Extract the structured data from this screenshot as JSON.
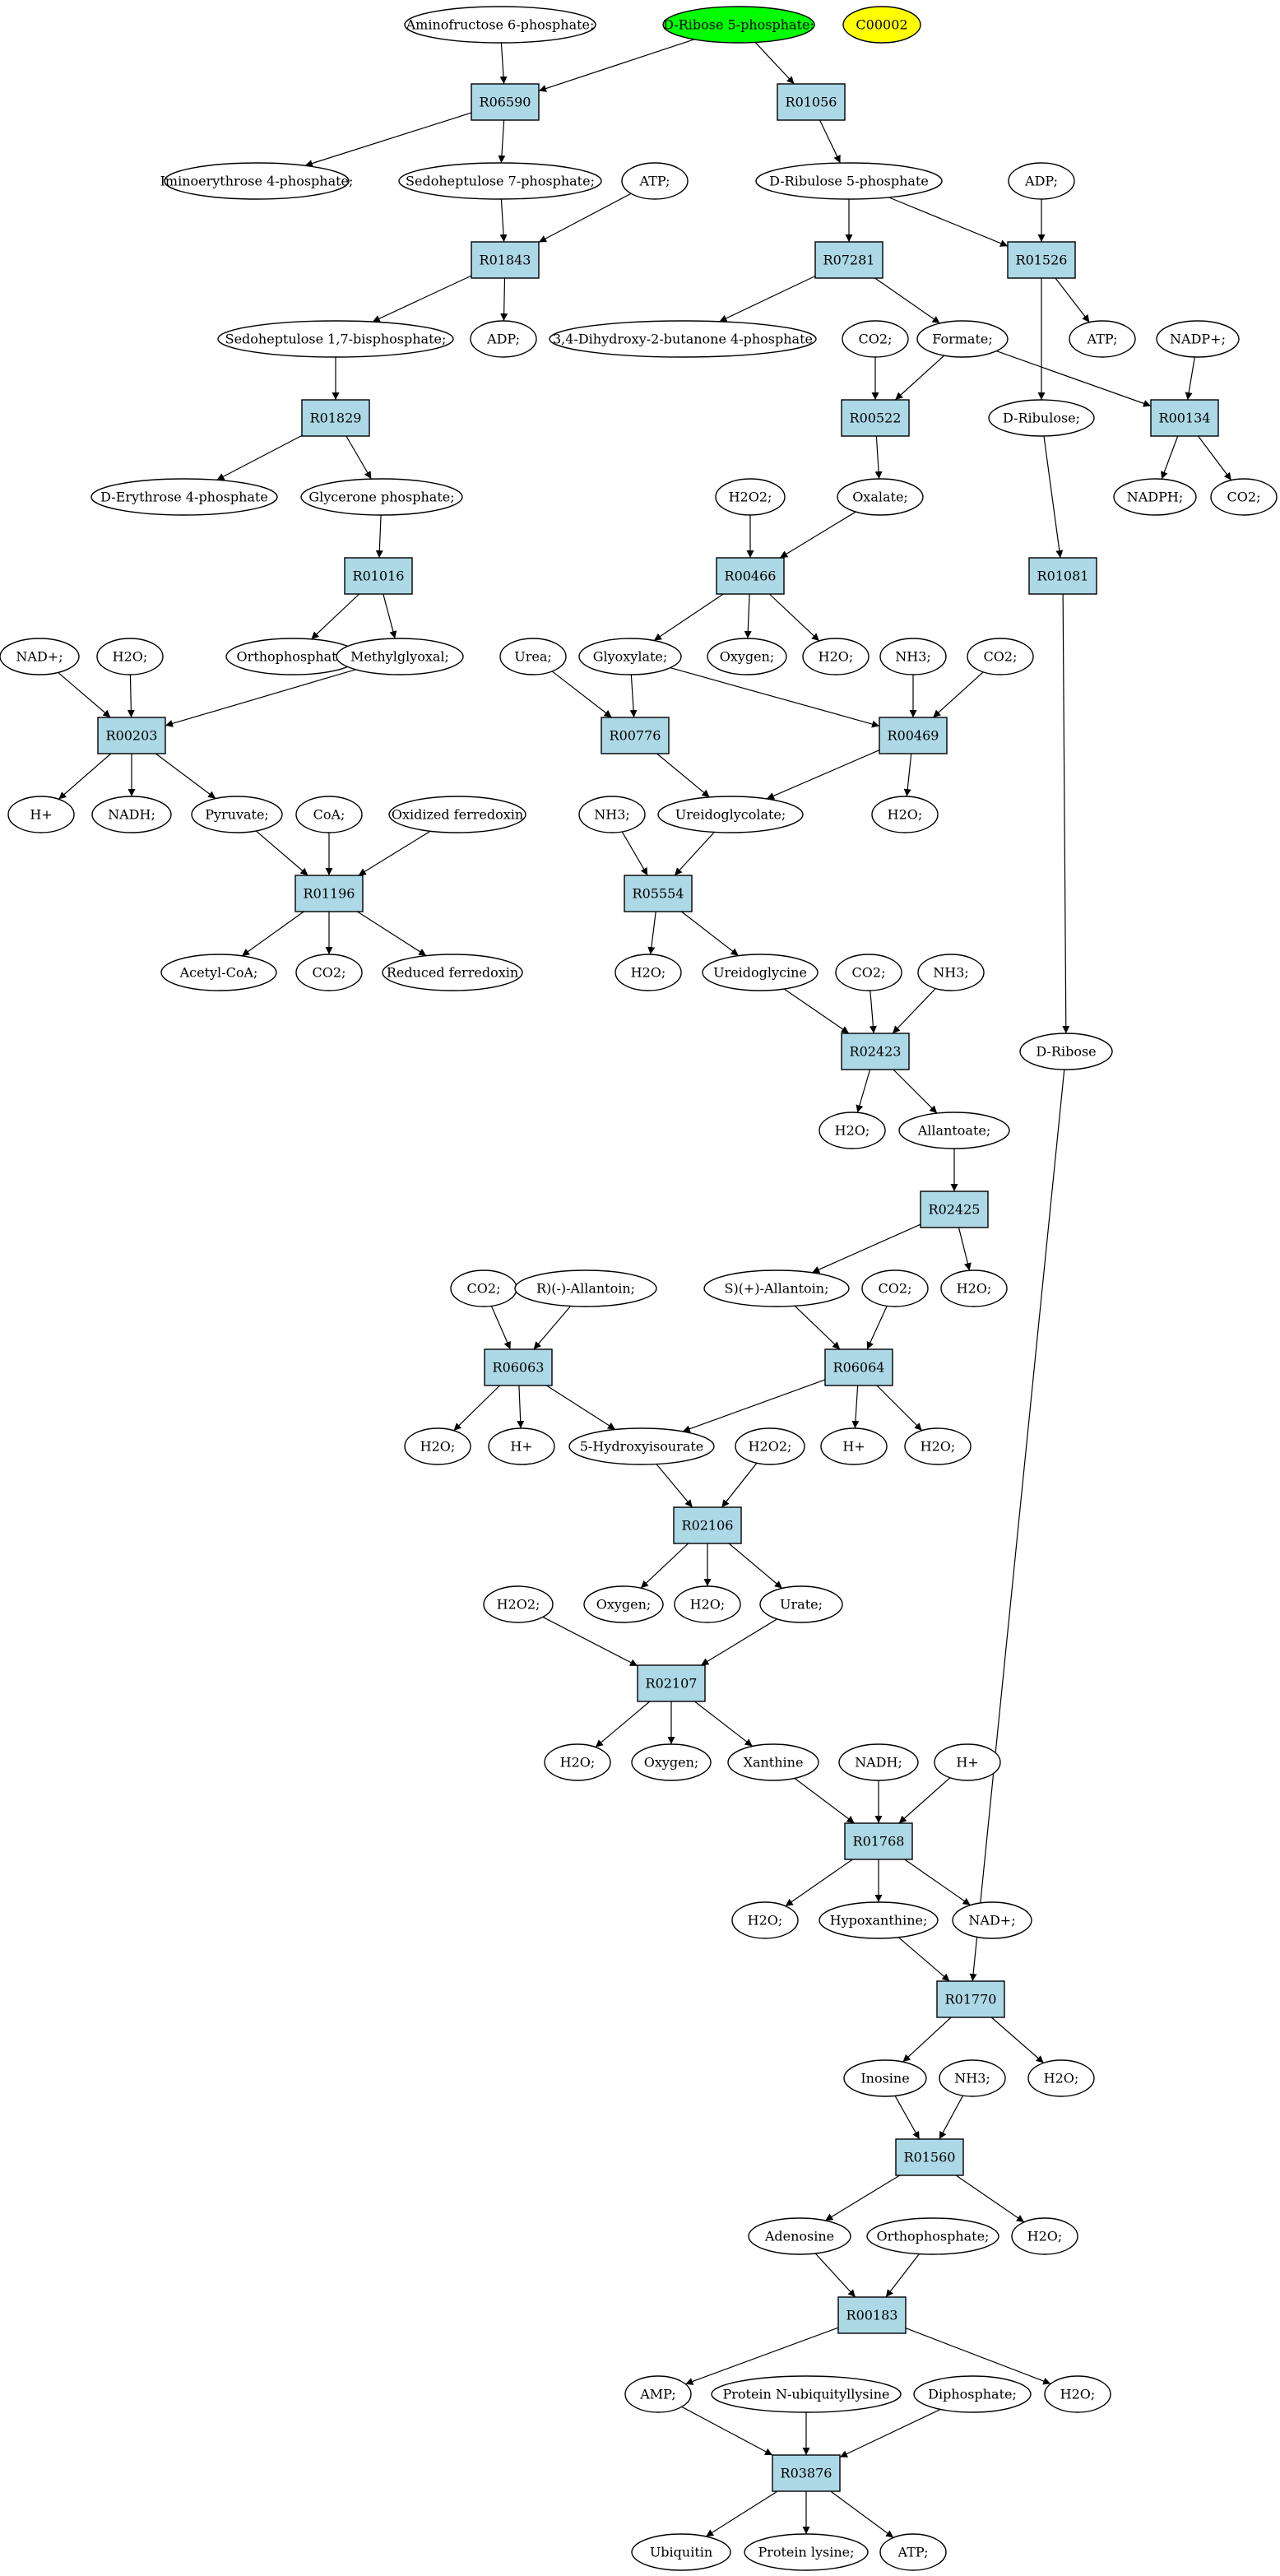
{
  "colors": {
    "reaction_fill": "#add8e6",
    "start_fill": "#00ff00",
    "highlight_fill": "#ffff00",
    "line": "#000000"
  },
  "nodes": [
    {
      "id": "aminofructose_6p",
      "label": "Aminofructose 6-phosphate;",
      "shape": "ellipse"
    },
    {
      "id": "d_ribose_5p",
      "label": "D-Ribose 5-phosphate;",
      "shape": "ellipse",
      "fill": "green"
    },
    {
      "id": "c00002",
      "label": "C00002",
      "shape": "ellipse",
      "fill": "yellow"
    },
    {
      "id": "R06590",
      "label": "R06590",
      "shape": "box"
    },
    {
      "id": "R01056",
      "label": "R01056",
      "shape": "box"
    },
    {
      "id": "iminoerythrose_4p",
      "label": "Iminoerythrose 4-phosphate;",
      "shape": "ellipse"
    },
    {
      "id": "sedoheptulose_7p",
      "label": "Sedoheptulose 7-phosphate;",
      "shape": "ellipse"
    },
    {
      "id": "atp_1",
      "label": "ATP;",
      "shape": "ellipse"
    },
    {
      "id": "d_ribulose_5p",
      "label": "D-Ribulose 5-phosphate",
      "shape": "ellipse"
    },
    {
      "id": "adp_1",
      "label": "ADP;",
      "shape": "ellipse"
    },
    {
      "id": "R01843",
      "label": "R01843",
      "shape": "box"
    },
    {
      "id": "R07281",
      "label": "R07281",
      "shape": "box"
    },
    {
      "id": "R01526",
      "label": "R01526",
      "shape": "box"
    },
    {
      "id": "sedoheptulose_17bp",
      "label": "Sedoheptulose 1,7-bisphosphate;",
      "shape": "ellipse"
    },
    {
      "id": "adp_2",
      "label": "ADP;",
      "shape": "ellipse"
    },
    {
      "id": "dihydroxy_butanone",
      "label": "3,4-Dihydroxy-2-butanone 4-phosphate",
      "shape": "ellipse"
    },
    {
      "id": "co2_1",
      "label": "CO2;",
      "shape": "ellipse"
    },
    {
      "id": "formate",
      "label": "Formate;",
      "shape": "ellipse"
    },
    {
      "id": "atp_2",
      "label": "ATP;",
      "shape": "ellipse"
    },
    {
      "id": "nadp",
      "label": "NADP+;",
      "shape": "ellipse"
    },
    {
      "id": "R01829",
      "label": "R01829",
      "shape": "box"
    },
    {
      "id": "R00522",
      "label": "R00522",
      "shape": "box"
    },
    {
      "id": "d_ribulose",
      "label": "D-Ribulose;",
      "shape": "ellipse"
    },
    {
      "id": "R00134",
      "label": "R00134",
      "shape": "box"
    },
    {
      "id": "d_erythrose_4p",
      "label": "D-Erythrose 4-phosphate",
      "shape": "ellipse"
    },
    {
      "id": "glycerone_p",
      "label": "Glycerone phosphate;",
      "shape": "ellipse"
    },
    {
      "id": "h2o2_1",
      "label": "H2O2;",
      "shape": "ellipse"
    },
    {
      "id": "oxalate",
      "label": "Oxalate;",
      "shape": "ellipse"
    },
    {
      "id": "nadph",
      "label": "NADPH;",
      "shape": "ellipse"
    },
    {
      "id": "co2_2",
      "label": "CO2;",
      "shape": "ellipse"
    },
    {
      "id": "R01016",
      "label": "R01016",
      "shape": "box"
    },
    {
      "id": "R00466",
      "label": "R00466",
      "shape": "box"
    },
    {
      "id": "R01081",
      "label": "R01081",
      "shape": "box"
    },
    {
      "id": "nad_1",
      "label": "NAD+;",
      "shape": "ellipse"
    },
    {
      "id": "h2o_1",
      "label": "H2O;",
      "shape": "ellipse"
    },
    {
      "id": "orthophosphate_1",
      "label": "Orthophosphate;",
      "shape": "ellipse"
    },
    {
      "id": "methylglyoxal",
      "label": "Methylglyoxal;",
      "shape": "ellipse"
    },
    {
      "id": "urea",
      "label": "Urea;",
      "shape": "ellipse"
    },
    {
      "id": "glyoxylate",
      "label": "Glyoxylate;",
      "shape": "ellipse"
    },
    {
      "id": "oxygen_1",
      "label": "Oxygen;",
      "shape": "ellipse"
    },
    {
      "id": "h2o_2",
      "label": "H2O;",
      "shape": "ellipse"
    },
    {
      "id": "nh3_1",
      "label": "NH3;",
      "shape": "ellipse"
    },
    {
      "id": "co2_3",
      "label": "CO2;",
      "shape": "ellipse"
    },
    {
      "id": "R00203",
      "label": "R00203",
      "shape": "box"
    },
    {
      "id": "R00776",
      "label": "R00776",
      "shape": "box"
    },
    {
      "id": "R00469",
      "label": "R00469",
      "shape": "box"
    },
    {
      "id": "hplus_1",
      "label": "H+",
      "shape": "ellipse"
    },
    {
      "id": "nadh_1",
      "label": "NADH;",
      "shape": "ellipse"
    },
    {
      "id": "pyruvate",
      "label": "Pyruvate;",
      "shape": "ellipse"
    },
    {
      "id": "coa",
      "label": "CoA;",
      "shape": "ellipse"
    },
    {
      "id": "oxidized_ferredoxin",
      "label": "Oxidized ferredoxin",
      "shape": "ellipse"
    },
    {
      "id": "nh3_2",
      "label": "NH3;",
      "shape": "ellipse"
    },
    {
      "id": "ureidoglycolate",
      "label": "Ureidoglycolate;",
      "shape": "ellipse"
    },
    {
      "id": "h2o_3",
      "label": "H2O;",
      "shape": "ellipse"
    },
    {
      "id": "R01196",
      "label": "R01196",
      "shape": "box"
    },
    {
      "id": "R05554",
      "label": "R05554",
      "shape": "box"
    },
    {
      "id": "acetyl_coa",
      "label": "Acetyl-CoA;",
      "shape": "ellipse"
    },
    {
      "id": "co2_4",
      "label": "CO2;",
      "shape": "ellipse"
    },
    {
      "id": "reduced_ferredoxin",
      "label": "Reduced ferredoxin",
      "shape": "ellipse"
    },
    {
      "id": "h2o_4",
      "label": "H2O;",
      "shape": "ellipse"
    },
    {
      "id": "ureidoglycine",
      "label": "Ureidoglycine",
      "shape": "ellipse"
    },
    {
      "id": "co2_5",
      "label": "CO2;",
      "shape": "ellipse"
    },
    {
      "id": "nh3_3",
      "label": "NH3;",
      "shape": "ellipse"
    },
    {
      "id": "R02423",
      "label": "R02423",
      "shape": "box"
    },
    {
      "id": "d_ribose",
      "label": "D-Ribose",
      "shape": "ellipse"
    },
    {
      "id": "h2o_5",
      "label": "H2O;",
      "shape": "ellipse"
    },
    {
      "id": "allantoate",
      "label": "Allantoate;",
      "shape": "ellipse"
    },
    {
      "id": "R02425",
      "label": "R02425",
      "shape": "box"
    },
    {
      "id": "co2_6",
      "label": "CO2;",
      "shape": "ellipse"
    },
    {
      "id": "r_allantoin",
      "label": "R)(-)-Allantoin;",
      "shape": "ellipse"
    },
    {
      "id": "s_allantoin",
      "label": "S)(+)-Allantoin;",
      "shape": "ellipse"
    },
    {
      "id": "co2_7",
      "label": "CO2;",
      "shape": "ellipse"
    },
    {
      "id": "h2o_6",
      "label": "H2O;",
      "shape": "ellipse"
    },
    {
      "id": "R06063",
      "label": "R06063",
      "shape": "box"
    },
    {
      "id": "R06064",
      "label": "R06064",
      "shape": "box"
    },
    {
      "id": "h2o_7",
      "label": "H2O;",
      "shape": "ellipse"
    },
    {
      "id": "hplus_2",
      "label": "H+",
      "shape": "ellipse"
    },
    {
      "id": "hydroxyisourate",
      "label": "5-Hydroxyisourate",
      "shape": "ellipse"
    },
    {
      "id": "h2o2_2",
      "label": "H2O2;",
      "shape": "ellipse"
    },
    {
      "id": "hplus_3",
      "label": "H+",
      "shape": "ellipse"
    },
    {
      "id": "h2o_8",
      "label": "H2O;",
      "shape": "ellipse"
    },
    {
      "id": "R02106",
      "label": "R02106",
      "shape": "box"
    },
    {
      "id": "h2o2_3",
      "label": "H2O2;",
      "shape": "ellipse"
    },
    {
      "id": "oxygen_2",
      "label": "Oxygen;",
      "shape": "ellipse"
    },
    {
      "id": "h2o_9",
      "label": "H2O;",
      "shape": "ellipse"
    },
    {
      "id": "urate",
      "label": "Urate;",
      "shape": "ellipse"
    },
    {
      "id": "R02107",
      "label": "R02107",
      "shape": "box"
    },
    {
      "id": "h2o_10",
      "label": "H2O;",
      "shape": "ellipse"
    },
    {
      "id": "oxygen_3",
      "label": "Oxygen;",
      "shape": "ellipse"
    },
    {
      "id": "xanthine",
      "label": "Xanthine",
      "shape": "ellipse"
    },
    {
      "id": "nadh_2",
      "label": "NADH;",
      "shape": "ellipse"
    },
    {
      "id": "hplus_4",
      "label": "H+",
      "shape": "ellipse"
    },
    {
      "id": "R01768",
      "label": "R01768",
      "shape": "box"
    },
    {
      "id": "h2o_11",
      "label": "H2O;",
      "shape": "ellipse"
    },
    {
      "id": "hypoxanthine",
      "label": "Hypoxanthine;",
      "shape": "ellipse"
    },
    {
      "id": "nad_2",
      "label": "NAD+;",
      "shape": "ellipse"
    },
    {
      "id": "R01770",
      "label": "R01770",
      "shape": "box"
    },
    {
      "id": "inosine",
      "label": "Inosine",
      "shape": "ellipse"
    },
    {
      "id": "nh3_4",
      "label": "NH3;",
      "shape": "ellipse"
    },
    {
      "id": "h2o_12",
      "label": "H2O;",
      "shape": "ellipse"
    },
    {
      "id": "R01560",
      "label": "R01560",
      "shape": "box"
    },
    {
      "id": "adenosine",
      "label": "Adenosine",
      "shape": "ellipse"
    },
    {
      "id": "orthophosphate_2",
      "label": "Orthophosphate;",
      "shape": "ellipse"
    },
    {
      "id": "h2o_13",
      "label": "H2O;",
      "shape": "ellipse"
    },
    {
      "id": "R00183",
      "label": "R00183",
      "shape": "box"
    },
    {
      "id": "amp",
      "label": "AMP;",
      "shape": "ellipse"
    },
    {
      "id": "protein_n_ubiq",
      "label": "Protein N-ubiquityllysine",
      "shape": "ellipse"
    },
    {
      "id": "diphosphate",
      "label": "Diphosphate;",
      "shape": "ellipse"
    },
    {
      "id": "h2o_14",
      "label": "H2O;",
      "shape": "ellipse"
    },
    {
      "id": "R03876",
      "label": "R03876",
      "shape": "box"
    },
    {
      "id": "ubiquitin",
      "label": "Ubiquitin",
      "shape": "ellipse"
    },
    {
      "id": "protein_lysine",
      "label": "Protein lysine;",
      "shape": "ellipse"
    },
    {
      "id": "atp_3",
      "label": "ATP;",
      "shape": "ellipse"
    }
  ],
  "edges": [
    [
      "aminofructose_6p",
      "R06590"
    ],
    [
      "d_ribose_5p",
      "R06590"
    ],
    [
      "d_ribose_5p",
      "R01056"
    ],
    [
      "R06590",
      "iminoerythrose_4p"
    ],
    [
      "R06590",
      "sedoheptulose_7p"
    ],
    [
      "R01056",
      "d_ribulose_5p"
    ],
    [
      "sedoheptulose_7p",
      "R01843"
    ],
    [
      "atp_1",
      "R01843"
    ],
    [
      "R01843",
      "sedoheptulose_17bp"
    ],
    [
      "R01843",
      "adp_2"
    ],
    [
      "d_ribulose_5p",
      "R07281"
    ],
    [
      "d_ribulose_5p",
      "R01526"
    ],
    [
      "adp_1",
      "R01526"
    ],
    [
      "R07281",
      "dihydroxy_butanone"
    ],
    [
      "R07281",
      "formate"
    ],
    [
      "R01526",
      "atp_2"
    ],
    [
      "R01526",
      "d_ribulose"
    ],
    [
      "sedoheptulose_17bp",
      "R01829"
    ],
    [
      "R01829",
      "d_erythrose_4p"
    ],
    [
      "R01829",
      "glycerone_p"
    ],
    [
      "co2_1",
      "R00522"
    ],
    [
      "formate",
      "R00522"
    ],
    [
      "formate",
      "R00134"
    ],
    [
      "nadp",
      "R00134"
    ],
    [
      "R00134",
      "nadph"
    ],
    [
      "R00134",
      "co2_2"
    ],
    [
      "R00522",
      "oxalate"
    ],
    [
      "glycerone_p",
      "R01016"
    ],
    [
      "R01016",
      "orthophosphate_1"
    ],
    [
      "R01016",
      "methylglyoxal"
    ],
    [
      "h2o2_1",
      "R00466"
    ],
    [
      "oxalate",
      "R00466"
    ],
    [
      "R00466",
      "glyoxylate"
    ],
    [
      "R00466",
      "oxygen_1"
    ],
    [
      "R00466",
      "h2o_2"
    ],
    [
      "d_ribulose",
      "R01081"
    ],
    [
      "R01081",
      "d_ribose"
    ],
    [
      "nad_1",
      "R00203"
    ],
    [
      "h2o_1",
      "R00203"
    ],
    [
      "methylglyoxal",
      "R00203"
    ],
    [
      "R00203",
      "hplus_1"
    ],
    [
      "R00203",
      "nadh_1"
    ],
    [
      "R00203",
      "pyruvate"
    ],
    [
      "urea",
      "R00776"
    ],
    [
      "glyoxylate",
      "R00776"
    ],
    [
      "glyoxylate",
      "R00469"
    ],
    [
      "nh3_1",
      "R00469"
    ],
    [
      "co2_3",
      "R00469"
    ],
    [
      "R00776",
      "ureidoglycolate"
    ],
    [
      "R00469",
      "ureidoglycolate"
    ],
    [
      "R00469",
      "h2o_3"
    ],
    [
      "pyruvate",
      "R01196"
    ],
    [
      "coa",
      "R01196"
    ],
    [
      "oxidized_ferredoxin",
      "R01196"
    ],
    [
      "R01196",
      "acetyl_coa"
    ],
    [
      "R01196",
      "co2_4"
    ],
    [
      "R01196",
      "reduced_ferredoxin"
    ],
    [
      "nh3_2",
      "R05554"
    ],
    [
      "ureidoglycolate",
      "R05554"
    ],
    [
      "R05554",
      "h2o_4"
    ],
    [
      "R05554",
      "ureidoglycine"
    ],
    [
      "ureidoglycine",
      "R02423"
    ],
    [
      "co2_5",
      "R02423"
    ],
    [
      "nh3_3",
      "R02423"
    ],
    [
      "R02423",
      "h2o_5"
    ],
    [
      "R02423",
      "allantoate"
    ],
    [
      "allantoate",
      "R02425"
    ],
    [
      "R02425",
      "s_allantoin"
    ],
    [
      "R02425",
      "h2o_6"
    ],
    [
      "co2_6",
      "R06063"
    ],
    [
      "r_allantoin",
      "R06063"
    ],
    [
      "s_allantoin",
      "R06064"
    ],
    [
      "co2_7",
      "R06064"
    ],
    [
      "R06063",
      "h2o_7"
    ],
    [
      "R06063",
      "hplus_2"
    ],
    [
      "R06063",
      "hydroxyisourate"
    ],
    [
      "R06064",
      "hydroxyisourate"
    ],
    [
      "R06064",
      "hplus_3"
    ],
    [
      "R06064",
      "h2o_8"
    ],
    [
      "hydroxyisourate",
      "R02106"
    ],
    [
      "h2o2_2",
      "R02106"
    ],
    [
      "R02106",
      "oxygen_2"
    ],
    [
      "R02106",
      "h2o_9"
    ],
    [
      "R02106",
      "urate"
    ],
    [
      "h2o2_3",
      "R02107"
    ],
    [
      "urate",
      "R02107"
    ],
    [
      "R02107",
      "h2o_10"
    ],
    [
      "R02107",
      "oxygen_3"
    ],
    [
      "R02107",
      "xanthine"
    ],
    [
      "xanthine",
      "R01768"
    ],
    [
      "nadh_2",
      "R01768"
    ],
    [
      "hplus_4",
      "R01768"
    ],
    [
      "R01768",
      "h2o_11"
    ],
    [
      "R01768",
      "hypoxanthine"
    ],
    [
      "R01768",
      "nad_2"
    ],
    [
      "hypoxanthine",
      "R01770"
    ],
    [
      "d_ribose",
      "R01770"
    ],
    [
      "R01770",
      "inosine"
    ],
    [
      "R01770",
      "h2o_12"
    ],
    [
      "inosine",
      "R01560"
    ],
    [
      "nh3_4",
      "R01560"
    ],
    [
      "R01560",
      "adenosine"
    ],
    [
      "R01560",
      "h2o_13"
    ],
    [
      "adenosine",
      "R00183"
    ],
    [
      "orthophosphate_2",
      "R00183"
    ],
    [
      "R00183",
      "amp"
    ],
    [
      "R00183",
      "h2o_14"
    ],
    [
      "amp",
      "R03876"
    ],
    [
      "protein_n_ubiq",
      "R03876"
    ],
    [
      "diphosphate",
      "R03876"
    ],
    [
      "R03876",
      "ubiquitin"
    ],
    [
      "R03876",
      "protein_lysine"
    ],
    [
      "R03876",
      "atp_3"
    ]
  ]
}
